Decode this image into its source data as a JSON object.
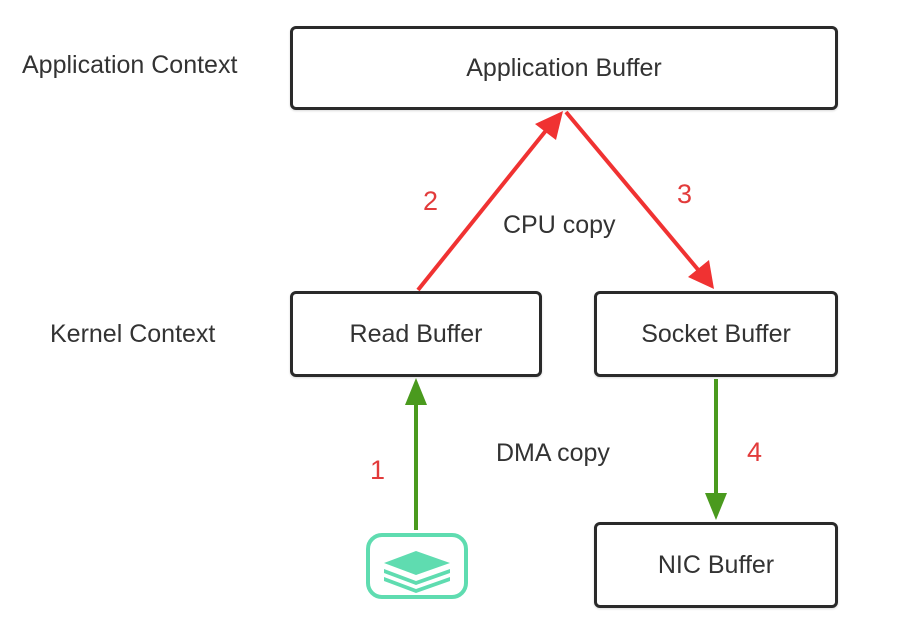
{
  "contexts": {
    "application": "Application Context",
    "kernel": "Kernel Context"
  },
  "buffers": {
    "application": "Application Buffer",
    "read": "Read Buffer",
    "socket": "Socket Buffer",
    "nic": "NIC Buffer"
  },
  "copy_labels": {
    "cpu": "CPU copy",
    "dma": "DMA copy"
  },
  "steps": [
    "1",
    "2",
    "3",
    "4"
  ],
  "icons": {
    "disk": "disk-stack-icon"
  },
  "colors": {
    "cpu_arrow": "#f03232",
    "dma_arrow": "#4a9a1e",
    "step_number": "#e23b3b",
    "disk_icon": "#5fdcb0"
  }
}
